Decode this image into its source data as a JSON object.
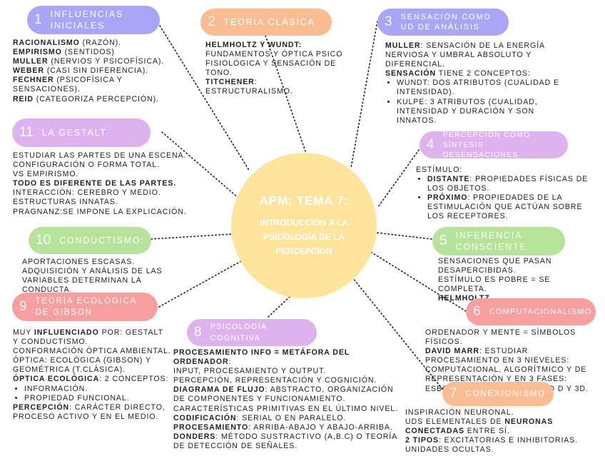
{
  "center": {
    "title": "APM: TEMA 7:",
    "subtitle": "INTRODUCCIÓN A LA PSICOLOGÍA DE LA PERCEPCIÓN"
  },
  "n1": {
    "num": "1",
    "title": "INFLUENCIAS INICIALES",
    "color": "#a9a6f8",
    "lines": [
      [
        "RACIONALISMO",
        " (RAZÓN)."
      ],
      [
        "EMPIRISMO",
        " (SENTIDOS)"
      ],
      [
        "MULLER",
        " (NERVIOS Y PSICOFÍSICA)."
      ],
      [
        "WEBER",
        " (CASI SIN DIFERENCIA)."
      ],
      [
        "FECHNER",
        " (PSICOFÍSICA Y SENSACIONES)."
      ],
      [
        "REID",
        " (CATEGORIZA PERCEPCIÓN)."
      ]
    ]
  },
  "n2": {
    "num": "2",
    "title": "TEORÍA CLÁSICA",
    "color": "#f9bd91",
    "l1b": "HELMHOLTZ Y WUNDT:",
    "l1": "FUNDAMENTOS  Y ÓPTICA PSICO FISIOLÓGICA Y SENSACIÓN DE TONO.",
    "l2b": "TITCHENER",
    "l2": ": ESTRUCTURALISMO."
  },
  "n3": {
    "num": "3",
    "title": "SENSACIÓN COMO UD DE ANÁLISIS",
    "color": "#a9a6f8",
    "l1b": "MULLER",
    "l1": ": SENSACIÓN DE LA ENERGÍA NERVIOSA Y UMBRAL ABSOLUTO Y DIFERENCIAL.",
    "l2b": "SENSACIÓN",
    "l2": " TIENE 2 CONCEPTOS:",
    "b1": "WUNDT: DOS ATRIBUTOS (CUALIDAD E INTENSIDAD).",
    "b2": "KULPE: 3 ATRIBUTOS (CUALIDAD, INTENSIDAD Y DURACIÓN Y SON INNATOS."
  },
  "n4": {
    "num": "4",
    "title": "PERCEPCIÓN COMO SÍNTESIS DESENSACIONES",
    "color": "#ddb2ee",
    "l1": "ESTÍMULO:",
    "b1b": "DISTANTE",
    "b1": ": PROPIEDADES FÍSICAS DE LOS OBJETOS.",
    "b2b": "PRÓXIMO",
    "b2": ": PROPIEDADES DE LA ESTIMULACIÓN QUE ACTÚAN SOBRE LOS RECEPTORES."
  },
  "n5": {
    "num": "5",
    "title": "INFERENCIA CONSCIENTE",
    "color": "#b6e39a",
    "l1": "SENSACIONES QUE PASAN DESAPERCIBIDAS.",
    "l2": "ESTÍMULO ES POBRE = SE COMPLETA.",
    "l3b": "HELMHOLTZ."
  },
  "n6": {
    "num": "6",
    "title": "COMPUTACIONALISMO",
    "color": "#f79f9f",
    "l1": "ORDENADOR Y MENTE = SÍMBOLOS FÍSICOS.",
    "l2b": "DAVID MARR",
    "l2": ": ESTUDIAR PROCESAMIENTO EN 3 NIEVELES: COMPUTACIONAL, ALGORÍTMICO Y DE REPRESENTACIÓN Y EN 3 FASES: ESBOZO PRIMARIO, 2 Y MEDIO D Y 3D."
  },
  "n7": {
    "num": "7",
    "title": "CONEXIONISMO",
    "color": "#f9bd91",
    "l1": "INSPIRACIÓN NEURONAL.",
    "l2a": "UDS ELEMENTALES DE ",
    "l2b": "NEURONAS CONECTADAS",
    "l2c": " ENTRE SÍ.",
    "l3b": "2 TIPOS",
    "l3": ": EXCITATORIAS E INHIBITORIAS. UNIDADES OCULTAS."
  },
  "n8": {
    "num": "8",
    "title": "PSICOLOGÍA COGNITIVA",
    "color": "#ddb2ee",
    "lines": [
      [
        "PROCESAMIENTO INFO = METÁFORA DEL ORDENADOR",
        ":"
      ],
      [
        "",
        "INPUT, PROCESAMIENTO Y OUTPUT."
      ],
      [
        "",
        "PERCEPCIÓN, REPRESENTACIÓN Y COGNICIÓN."
      ],
      [
        "DIAGRAMA DE FLUJO",
        ": ABSTRACTO, ORGANIZACIÓN DE COMPONENTES Y FUNCIONAMIENTO."
      ],
      [
        "",
        "CARACTERÍSTICAS PRIMITIVAS EN EL ÚLTIMO NIVEL."
      ],
      [
        "CODIFICACIÓN",
        ": SERIAL O EN PARALELO."
      ],
      [
        "PROCESAMIENTO",
        ": ARRIBA-ABAJO Y ABAJO-ARRIBA."
      ],
      [
        "DONDERS",
        ": MÉTODO SUSTRACTIVO (A,B.C) O TEORÍA DE DETECCIÓN DE SEÑALES."
      ]
    ]
  },
  "n9": {
    "num": "9",
    "title": "TEORÍA ECOLÓGICA DE GIBSON",
    "color": "#f79f9f",
    "l1a": "MUY ",
    "l1b": "INFLUENCIADO",
    "l1": " POR: GESTALT Y CONDUCTISMO.",
    "l2": "CONFORMACIÓN ÓPTICA AMBIENTAL.",
    "l3": "ÓPTICA: ECOLÓGICA (GIBSON) Y GEOMÉTRICA (T.CLÁSICA).",
    "l4b": "ÓPTICA ECOLÓGICA",
    "l4": ": 2 CONCEPTOS:",
    "b1": "INFORMACIÓN.",
    "b2": "PROPIEDAD FUNCIONAL.",
    "l5b": "PERCEPCIÓN",
    "l5": ": CARÁCTER DIRECTO, PROCESO ACTIVO Y EN EL MEDIO."
  },
  "n10": {
    "num": "10",
    "title": "CONDUCTISMO:",
    "color": "#b6e39a",
    "l1": "APORTACIONES ESCASAS.",
    "l2": "ADQUISICIÓN Y ANÁLISIS DE LAS VARIABLES DETERMINAN LA CONDUCTA."
  },
  "n11": {
    "num": "11",
    "title": "LA GESTALT",
    "color": "#ddb2ee",
    "l1": "ESTUDIAR LAS PARTES DE UNA ESCENA.",
    "l2": "CONFIGURACIÓN O FORMA TOTAL.",
    "l3": "VS EMPIRISMO.",
    "l4b": "TODO ES DIFERENTE DE LAS PARTES.",
    "l5": "INTERACCIÓN: CEREBRO Y MEDIO.",
    "l6": "ESTRUCTURAS INNATAS.",
    "l7": "PRAGNANZ:SE IMPONE LA EXPLICACIÓN."
  }
}
